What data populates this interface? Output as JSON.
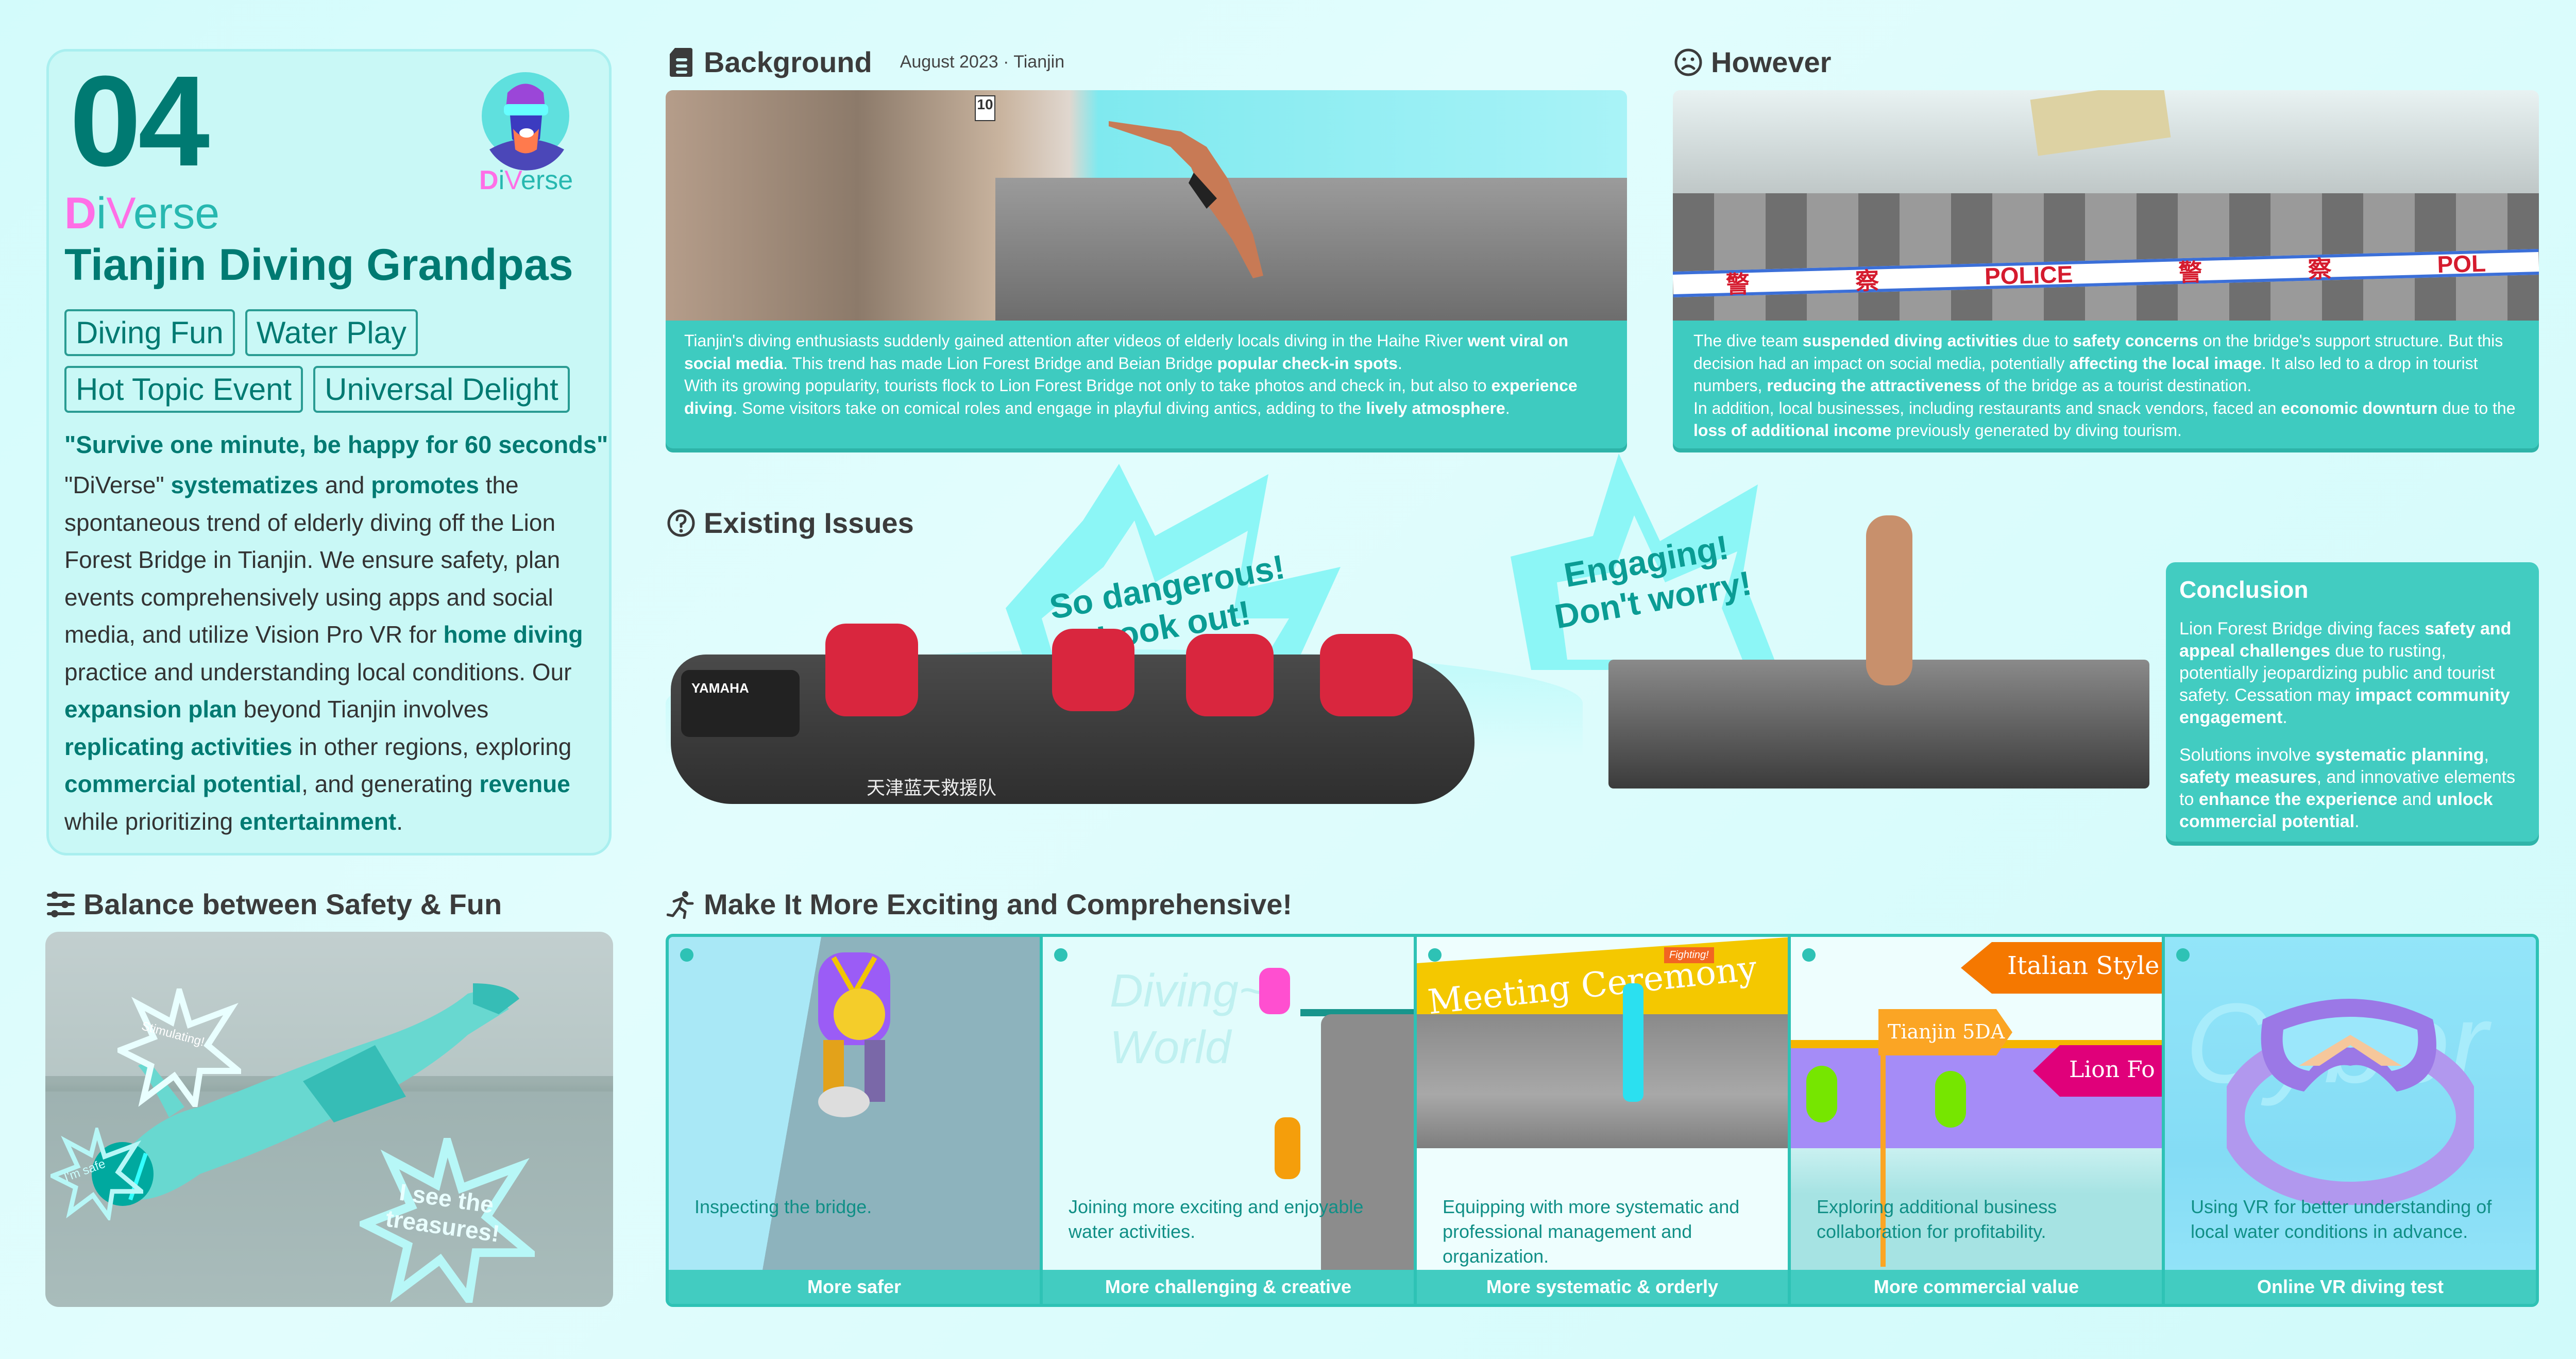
{
  "intro": {
    "number": "04",
    "logo": {
      "d": "D",
      "i": "i",
      "v": "V",
      "rest": "erse"
    },
    "title": "Tianjin Diving Grandpas",
    "tags": [
      "Diving Fun",
      "Water Play",
      "Hot Topic Event",
      "Universal Delight"
    ],
    "quote": "\"Survive one minute, be happy for 60 seconds\"",
    "paragraph": [
      {
        "t": "\"DiVerse\" "
      },
      {
        "t": "systematizes",
        "b": true
      },
      {
        "t": " and "
      },
      {
        "t": "promotes",
        "b": true
      },
      {
        "t": " the spontaneous trend of elderly diving off the Lion Forest Bridge in Tianjin. We ensure safety, plan events comprehensively using apps and social media, and utilize Vision Pro VR for "
      },
      {
        "t": "home diving",
        "b": true
      },
      {
        "t": " practice and understanding local conditions. Our "
      },
      {
        "t": "expansion plan",
        "b": true
      },
      {
        "t": " beyond Tianjin involves "
      },
      {
        "t": "replicating activities",
        "b": true
      },
      {
        "t": " in other regions, exploring "
      },
      {
        "t": "commercial potential",
        "b": true
      },
      {
        "t": ", and generating "
      },
      {
        "t": "revenue",
        "b": true
      },
      {
        "t": " while prioritizing "
      },
      {
        "t": "entertainment",
        "b": true
      },
      {
        "t": "."
      }
    ]
  },
  "background": {
    "heading": "Background",
    "subtitle": "August 2023 · Tianjin",
    "photo_sign": "10",
    "paragraphs": [
      [
        {
          "t": "Tianjin's diving enthusiasts suddenly gained attention after videos of elderly locals diving in the Haihe River "
        },
        {
          "t": "went viral on social media",
          "b": true
        },
        {
          "t": ". This trend has made Lion Forest Bridge and Beian Bridge "
        },
        {
          "t": "popular check-in spots",
          "b": true
        },
        {
          "t": "."
        }
      ],
      [
        {
          "t": "With its growing popularity, tourists flock to Lion Forest Bridge not only to take photos and check in, but also to "
        },
        {
          "t": "experience diving",
          "b": true
        },
        {
          "t": ". Some visitors take on comical roles and engage in playful diving antics, adding to the "
        },
        {
          "t": "lively atmosphere",
          "b": true
        },
        {
          "t": "."
        }
      ]
    ]
  },
  "however": {
    "heading": "However",
    "police_tape": [
      "警",
      "察",
      "POLICE",
      "警",
      "察",
      "POL"
    ],
    "paragraphs": [
      [
        {
          "t": "The dive team "
        },
        {
          "t": "suspended diving activities",
          "b": true
        },
        {
          "t": " due to "
        },
        {
          "t": "safety concerns",
          "b": true
        },
        {
          "t": " on the bridge's support structure. But this decision had an impact on social media, potentially "
        },
        {
          "t": "affecting the local image",
          "b": true
        },
        {
          "t": ". It also led to a drop in tourist numbers, "
        },
        {
          "t": "reducing the attractiveness",
          "b": true
        },
        {
          "t": " of the bridge as a tourist destination."
        }
      ],
      [
        {
          "t": "In addition, local businesses, including restaurants and snack vendors, faced an "
        },
        {
          "t": "economic downturn",
          "b": true
        },
        {
          "t": " due to the "
        },
        {
          "t": "loss of additional income",
          "b": true
        },
        {
          "t": " previously generated by diving tourism."
        }
      ]
    ]
  },
  "issues": {
    "heading": "Existing Issues",
    "bubble_left": [
      "So dangerous!",
      "Look out!"
    ],
    "bubble_right": [
      "Engaging!",
      "Don't worry!"
    ],
    "boat_label": "天津蓝天救援队",
    "boat_brand": "YAMAHA"
  },
  "conclusion": {
    "heading": "Conclusion",
    "paragraphs": [
      [
        {
          "t": "Lion Forest Bridge diving faces "
        },
        {
          "t": "safety and appeal challenges",
          "b": true
        },
        {
          "t": " due to rusting, potentially jeopardizing public and tourist safety. Cessation may "
        },
        {
          "t": "impact community engagement",
          "b": true
        },
        {
          "t": "."
        }
      ],
      [
        {
          "t": "Solutions involve "
        },
        {
          "t": "systematic planning",
          "b": true
        },
        {
          "t": ", "
        },
        {
          "t": "safety measures",
          "b": true
        },
        {
          "t": ", and innovative elements to "
        },
        {
          "t": "enhance the experience",
          "b": true
        },
        {
          "t": " and "
        },
        {
          "t": "unlock commercial potential",
          "b": true
        },
        {
          "t": "."
        }
      ]
    ]
  },
  "balance": {
    "heading": "Balance between Safety & Fun",
    "bubbles": [
      "Stimulating!",
      "I'm safe",
      "I see the treasures!"
    ]
  },
  "exciting": {
    "heading": "Make It More Exciting and Comprehensive!",
    "cards": [
      {
        "desc": "Inspecting the bridge.",
        "label": "More safer"
      },
      {
        "desc": "Joining more exciting and enjoyable water activities.",
        "label": "More challenging & creative",
        "art": "Diving~ World"
      },
      {
        "desc": "Equipping with more systematic and professional management and organization.",
        "label": "More systematic & orderly",
        "art": "Meeting Ceremony",
        "flag": "Fighting!"
      },
      {
        "desc": "Exploring additional business collaboration for profitability.",
        "label": "More commercial value",
        "signs": [
          "Italian Style",
          "Tianjin 5DA",
          "Lion Fo"
        ]
      },
      {
        "desc": "Using VR for better understanding of local water conditions in advance.",
        "label": "Online VR diving test",
        "art": "Cyber"
      }
    ]
  },
  "colors": {
    "accent": "#007a72",
    "teal_box": "#3ecbc0",
    "pink": "#ff6fe6",
    "bg": "#d3fbfb"
  }
}
